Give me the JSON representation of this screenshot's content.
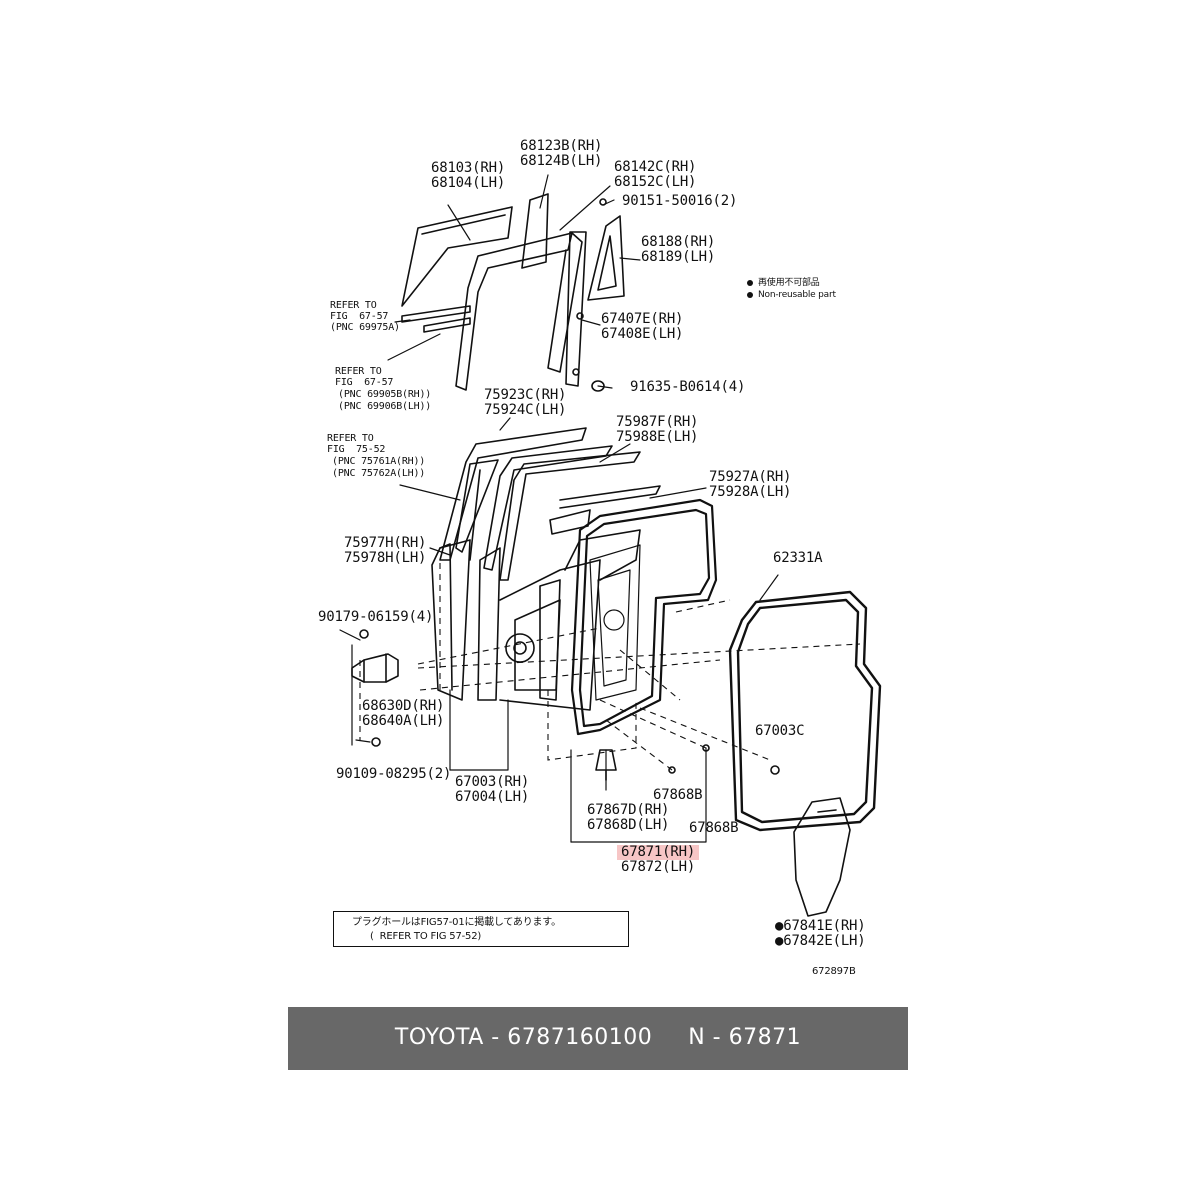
{
  "labels": {
    "l68103": "68103(RH)",
    "l68104": "68104(LH)",
    "l68123": "68123B(RH)",
    "l68124": "68124B(LH)",
    "l68142": "68142C(RH)",
    "l68152": "68152C(LH)",
    "l90151": "90151-50016(2)",
    "l68188": "68188(RH)",
    "l68189": "68189(LH)",
    "legend_jp": "再使用不可部品",
    "legend_en": "Non-reusable part",
    "ref1_a": "REFER TO",
    "ref1_b": "FIG  67-57",
    "ref1_c": "(PNC 69975A)",
    "ref2_a": "REFER TO",
    "ref2_b": "FIG  67-57",
    "ref2_c": "(PNC 69905B(RH))",
    "ref2_d": "(PNC 69906B(LH))",
    "l67407": "67407E(RH)",
    "l67408": "67408E(LH)",
    "l91635": "91635-B0614(4)",
    "l75923": "75923C(RH)",
    "l75924": "75924C(LH)",
    "l75987": "75987F(RH)",
    "l75988": "75988E(LH)",
    "ref3_a": "REFER TO",
    "ref3_b": "FIG  75-52",
    "ref3_c": "(PNC 75761A(RH))",
    "ref3_d": "(PNC 75762A(LH))",
    "l75927": "75927A(RH)",
    "l75928": "75928A(LH)",
    "l75977": "75977H(RH)",
    "l75978": "75978H(LH)",
    "l62331": "62331A",
    "l90179": "90179-06159(4)",
    "l68630": "68630D(RH)",
    "l68640": "68640A(LH)",
    "l67003c": "67003C",
    "l90109": "90109-08295(2)",
    "l67003": "67003(RH)",
    "l67004": "67004(LH)",
    "l67868b1": "67868B",
    "l67867": "67867D(RH)",
    "l67868d": "67868D(LH)",
    "l67868b2": "67868B",
    "l67871": "67871(RH)",
    "l67872": "67872(LH)",
    "l67841": "●67841E(RH)",
    "l67842": "●67842E(LH)",
    "fig_no": "672897B",
    "note_line1": "プラグホールはFIG57-01に掲載してあります。",
    "note_line2": "(  REFER TO FIG 57-52)"
  },
  "footer": {
    "brand_part": "TOYOTA - 6787160100",
    "ref": "N - 67871"
  },
  "colors": {
    "highlight": "#f7c6c6",
    "footer_bg": "#686868"
  }
}
